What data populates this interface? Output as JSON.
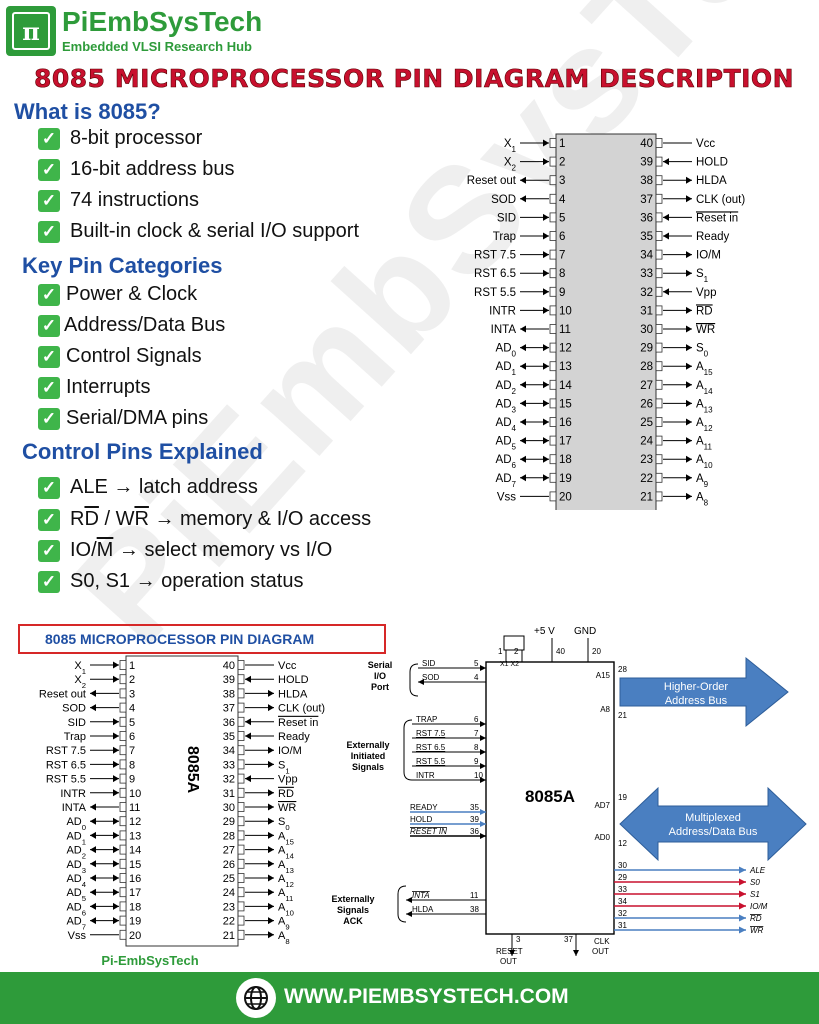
{
  "brand": {
    "name": "PiEmbSysTech",
    "tagline": "Embedded VLSI Research Hub",
    "logo_glyph": "π"
  },
  "title": "8085 MICROPROCESSOR PIN DIAGRAM DESCRIPTION",
  "watermark": "PiEmbSysTech",
  "what_is": {
    "heading": "What is 8085?",
    "items": [
      "8-bit processor",
      "16-bit address bus",
      "74 instructions",
      "Built-in clock & serial I/O support"
    ]
  },
  "key_pins": {
    "heading": "Key Pin Categories",
    "items": [
      "Power & Clock",
      "Address/Data Bus",
      "Control Signals",
      "Interrupts",
      "Serial/DMA pins"
    ]
  },
  "control_pins": {
    "heading": "Control Pins Explained",
    "items": [
      {
        "pre": "ALE → latch address",
        "ob1": "",
        "mid": "",
        "ob2": "",
        "post": ""
      },
      {
        "pre": "R",
        "ob1": "D",
        "mid": " / W",
        "ob2": "R",
        "post": " → memory & I/O access"
      },
      {
        "pre": "IO/",
        "ob1": "M",
        "mid": " → select memory vs I/O",
        "ob2": "",
        "post": ""
      },
      {
        "pre": "S0, S1 → operation status",
        "ob1": "",
        "mid": "",
        "ob2": "",
        "post": ""
      }
    ]
  },
  "pins_left": [
    {
      "num": "1",
      "name": "X",
      "sub": "1",
      "ob": false
    },
    {
      "num": "2",
      "name": "X",
      "sub": "2",
      "ob": false
    },
    {
      "num": "3",
      "name": "Reset out",
      "sub": "",
      "ob": false
    },
    {
      "num": "4",
      "name": "SOD",
      "sub": "",
      "ob": false
    },
    {
      "num": "5",
      "name": "SID",
      "sub": "",
      "ob": false
    },
    {
      "num": "6",
      "name": "Trap",
      "sub": "",
      "ob": false
    },
    {
      "num": "7",
      "name": "RST 7.5",
      "sub": "",
      "ob": false
    },
    {
      "num": "8",
      "name": "RST 6.5",
      "sub": "",
      "ob": false
    },
    {
      "num": "9",
      "name": "RST 5.5",
      "sub": "",
      "ob": false
    },
    {
      "num": "10",
      "name": "INTR",
      "sub": "",
      "ob": false
    },
    {
      "num": "11",
      "name": "INTA",
      "sub": "",
      "ob": false
    },
    {
      "num": "12",
      "name": "AD",
      "sub": "0",
      "ob": false
    },
    {
      "num": "13",
      "name": "AD",
      "sub": "1",
      "ob": false
    },
    {
      "num": "14",
      "name": "AD",
      "sub": "2",
      "ob": false
    },
    {
      "num": "15",
      "name": "AD",
      "sub": "3",
      "ob": false
    },
    {
      "num": "16",
      "name": "AD",
      "sub": "4",
      "ob": false
    },
    {
      "num": "17",
      "name": "AD",
      "sub": "5",
      "ob": false
    },
    {
      "num": "18",
      "name": "AD",
      "sub": "6",
      "ob": false
    },
    {
      "num": "19",
      "name": "AD",
      "sub": "7",
      "ob": false
    },
    {
      "num": "20",
      "name": "Vss",
      "sub": "",
      "ob": false
    }
  ],
  "pins_right": [
    {
      "num": "40",
      "name": "Vcc",
      "sub": "",
      "ob": false
    },
    {
      "num": "39",
      "name": "HOLD",
      "sub": "",
      "ob": false
    },
    {
      "num": "38",
      "name": "HLDA",
      "sub": "",
      "ob": false
    },
    {
      "num": "37",
      "name": "CLK (out)",
      "sub": "",
      "ob": false
    },
    {
      "num": "36",
      "name": "Reset in",
      "sub": "",
      "ob": true
    },
    {
      "num": "35",
      "name": "Ready",
      "sub": "",
      "ob": false
    },
    {
      "num": "34",
      "name": "IO/M",
      "sub": "",
      "ob": false
    },
    {
      "num": "33",
      "name": "S",
      "sub": "1",
      "ob": false
    },
    {
      "num": "32",
      "name": "Vpp",
      "sub": "",
      "ob": false
    },
    {
      "num": "31",
      "name": "RD",
      "sub": "",
      "ob": true
    },
    {
      "num": "30",
      "name": "WR",
      "sub": "",
      "ob": true
    },
    {
      "num": "29",
      "name": "S",
      "sub": "0",
      "ob": false
    },
    {
      "num": "28",
      "name": "A",
      "sub": "15",
      "ob": false
    },
    {
      "num": "27",
      "name": "A",
      "sub": "14",
      "ob": false
    },
    {
      "num": "26",
      "name": "A",
      "sub": "13",
      "ob": false
    },
    {
      "num": "25",
      "name": "A",
      "sub": "12",
      "ob": false
    },
    {
      "num": "24",
      "name": "A",
      "sub": "11",
      "ob": false
    },
    {
      "num": "23",
      "name": "A",
      "sub": "10",
      "ob": false
    },
    {
      "num": "22",
      "name": "A",
      "sub": "9",
      "ob": false
    },
    {
      "num": "21",
      "name": "A",
      "sub": "8",
      "ob": false
    }
  ],
  "pin_diagram": {
    "title": "8085 MICROPROCESSOR PIN DIAGRAM",
    "chip_label": "8085A",
    "credit": "Pi-EmbSysTech"
  },
  "block_diagram": {
    "chip": "8085A",
    "power": "+5 V",
    "gnd": "GND",
    "top_pins": [
      "1",
      "2",
      "40",
      "20"
    ],
    "xtal": "X1  X2",
    "serial_group": "Serial I/O Port",
    "serial_pins": [
      {
        "name": "SID",
        "num": "5"
      },
      {
        "name": "SOD",
        "num": "4"
      }
    ],
    "interrupt_group": "Externally Initiated Signals",
    "interrupt_pins": [
      {
        "name": "TRAP",
        "num": "6"
      },
      {
        "name": "RST 7.5",
        "num": "7"
      },
      {
        "name": "RST 6.5",
        "num": "8"
      },
      {
        "name": "RST 5.5",
        "num": "9"
      },
      {
        "name": "INTR",
        "num": "10"
      }
    ],
    "misc_pins": [
      {
        "name": "READY",
        "num": "35"
      },
      {
        "name": "HOLD",
        "num": "39"
      },
      {
        "name": "RESET IN",
        "num": "36"
      }
    ],
    "ack_group": "Externally Signals ACK",
    "ack_pins": [
      {
        "name": "INTA",
        "num": "11"
      },
      {
        "name": "HLDA",
        "num": "38"
      }
    ],
    "a15": "A15",
    "a8": "A8",
    "ad7": "AD7",
    "ad0": "AD0",
    "a15_num": "28",
    "a8_num": "21",
    "ad7_num": "19",
    "ad0_num": "12",
    "higher_bus": "Higher-Order Address Bus",
    "mux_bus": "Multiplexed Address/Data Bus",
    "outputs": [
      {
        "num": "30",
        "name": "ALE"
      },
      {
        "num": "29",
        "name": "S0"
      },
      {
        "num": "33",
        "name": "S1"
      },
      {
        "num": "34",
        "name": "IO/M"
      },
      {
        "num": "32",
        "name": "RD"
      },
      {
        "num": "31",
        "name": "WR"
      }
    ],
    "reset_out": "RESET OUT",
    "reset_num": "3",
    "clk_out": "CLK OUT",
    "clk_num": "37"
  },
  "footer": {
    "url": "WWW.PIEMBSYSTECH.COM"
  },
  "colors": {
    "brand_green": "#2e9b3a",
    "title_red": "#c8102e",
    "heading_blue": "#1f4fa3",
    "check_green": "#3fb54a",
    "bus_blue": "#4a7fc1"
  }
}
